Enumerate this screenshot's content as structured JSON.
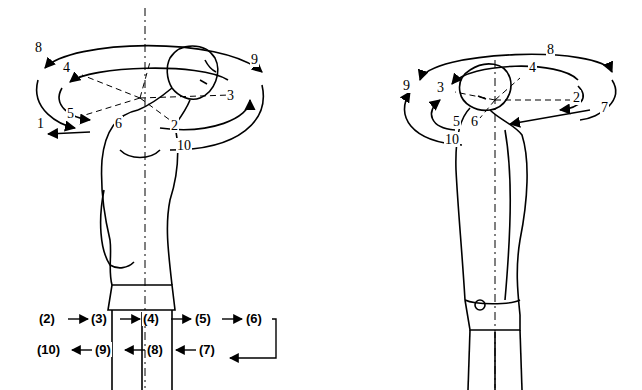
{
  "diagram": {
    "labels": [
      "8",
      "4",
      "9",
      "3",
      "5",
      "1",
      "6",
      "2",
      "10",
      "8",
      "4",
      "9",
      "3",
      "2",
      "7",
      "5",
      "6",
      "10",
      "(2)",
      "(3)",
      "(4)",
      "(5)",
      "(6)",
      "(10)",
      "(9)",
      "(8)",
      "(7)"
    ]
  }
}
